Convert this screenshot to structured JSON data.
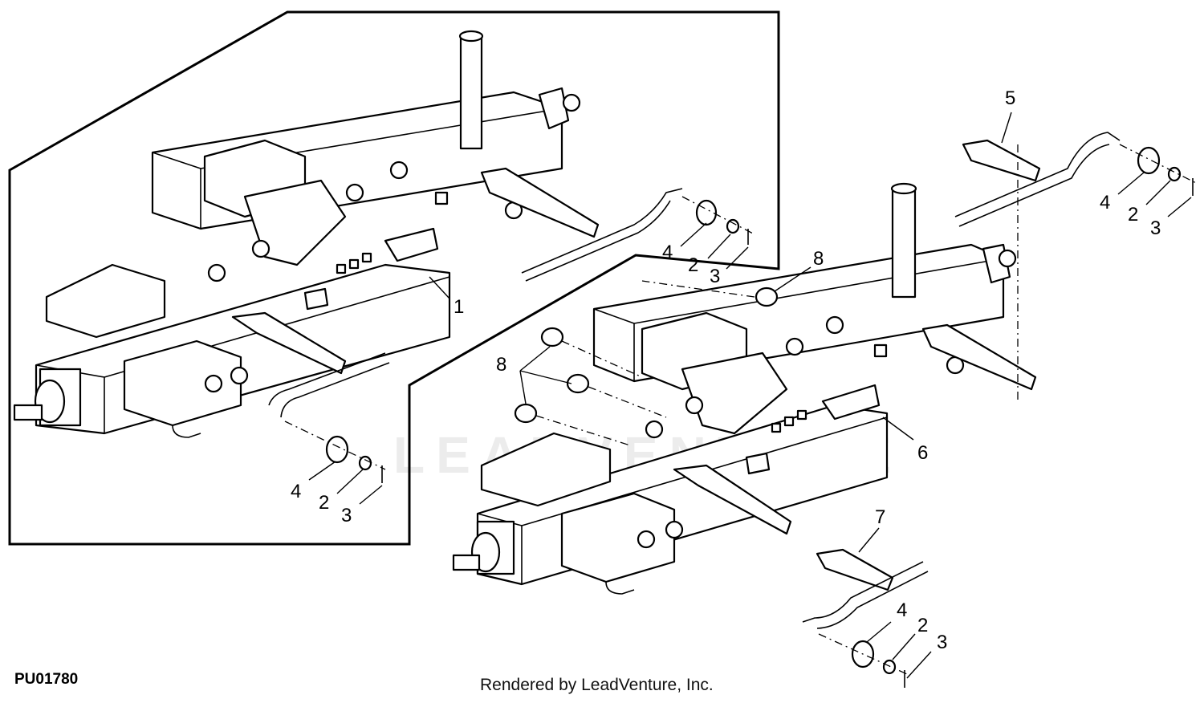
{
  "figure": {
    "code": "PU01780",
    "credit": "Rendered by LeadVenture, Inc.",
    "watermark": "LEADVENTURE"
  },
  "callouts": [
    {
      "id": "c1",
      "text": "1"
    },
    {
      "id": "c2a",
      "text": "2"
    },
    {
      "id": "c3a",
      "text": "3"
    },
    {
      "id": "c4a",
      "text": "4"
    },
    {
      "id": "c2b",
      "text": "2"
    },
    {
      "id": "c3b",
      "text": "3"
    },
    {
      "id": "c4b",
      "text": "4"
    },
    {
      "id": "c5",
      "text": "5"
    },
    {
      "id": "c2c",
      "text": "2"
    },
    {
      "id": "c3c",
      "text": "3"
    },
    {
      "id": "c4c",
      "text": "4"
    },
    {
      "id": "c6",
      "text": "6"
    },
    {
      "id": "c7",
      "text": "7"
    },
    {
      "id": "c2d",
      "text": "2"
    },
    {
      "id": "c3d",
      "text": "3"
    },
    {
      "id": "c4d",
      "text": "4"
    },
    {
      "id": "c8a",
      "text": "8"
    },
    {
      "id": "c8b",
      "text": "8"
    }
  ]
}
